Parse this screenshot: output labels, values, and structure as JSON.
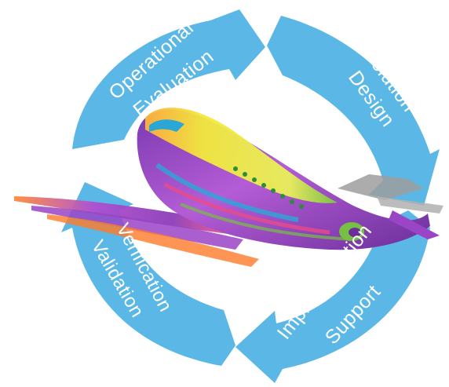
{
  "cycle": {
    "segments": [
      {
        "id": "operational-evaluation",
        "lines": [
          "Operational",
          "Evaluation"
        ]
      },
      {
        "id": "solution-design",
        "lines": [
          "Solution",
          "Design"
        ]
      },
      {
        "id": "implementation-support",
        "lines": [
          "Implementation",
          "Support"
        ]
      },
      {
        "id": "verification-validation",
        "lines": [
          "Verification",
          "Validation"
        ]
      }
    ],
    "colors": {
      "arrow_fill": "#5bb8e6",
      "arrow_shade": "#3f9fd1",
      "text": "#ffffff"
    }
  },
  "illustration": {
    "subject": "airplane-painting",
    "colors": [
      "#8a3fb5",
      "#f0e63a",
      "#76c043",
      "#ff7a29",
      "#e94b8a",
      "#2aa7d6",
      "#b25ad2"
    ]
  }
}
